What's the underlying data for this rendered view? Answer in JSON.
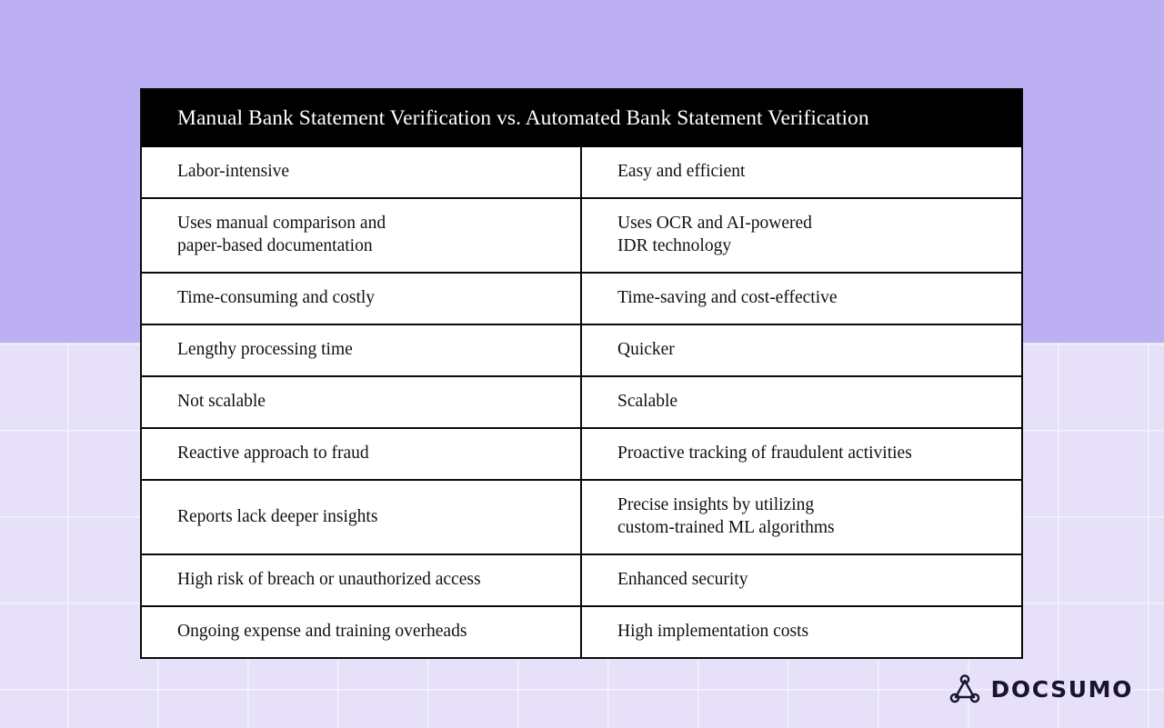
{
  "background": {
    "top_color": "#BCB0F2",
    "bottom_color": "#E6E1F8",
    "grid_line_color": "#F0EDFC"
  },
  "table": {
    "header": {
      "title": "Manual Bank Statement Verification vs. Automated Bank Statement Verification",
      "background_color": "#000000",
      "text_color": "#FFFFFF"
    },
    "border_color": "#0A0A0A",
    "cell_background": "#FFFFFF",
    "columns": [
      "Manual Bank Statement Verification",
      "Automated Bank Statement Verification"
    ],
    "rows": [
      {
        "left": {
          "lines": [
            "Labor-intensive"
          ]
        },
        "right": {
          "lines": [
            "Easy and efficient"
          ]
        }
      },
      {
        "left": {
          "lines": [
            "Uses manual comparison and",
            "paper-based documentation"
          ]
        },
        "right": {
          "lines": [
            "Uses OCR and AI-powered",
            "IDR technology"
          ]
        }
      },
      {
        "left": {
          "lines": [
            "Time-consuming and costly"
          ]
        },
        "right": {
          "lines": [
            "Time-saving and cost-effective"
          ]
        }
      },
      {
        "left": {
          "lines": [
            "Lengthy processing time"
          ]
        },
        "right": {
          "lines": [
            "Quicker"
          ]
        }
      },
      {
        "left": {
          "lines": [
            "Not scalable"
          ]
        },
        "right": {
          "lines": [
            "Scalable"
          ]
        }
      },
      {
        "left": {
          "lines": [
            "Reactive approach to fraud"
          ]
        },
        "right": {
          "lines": [
            "Proactive tracking of fraudulent activities"
          ]
        }
      },
      {
        "left": {
          "lines": [
            "Reports lack deeper insights"
          ]
        },
        "right": {
          "lines": [
            "Precise insights by utilizing",
            "custom-trained ML algorithms"
          ]
        }
      },
      {
        "left": {
          "lines": [
            "High risk of breach or unauthorized access"
          ]
        },
        "right": {
          "lines": [
            "Enhanced security"
          ]
        }
      },
      {
        "left": {
          "lines": [
            "Ongoing expense and training overheads"
          ]
        },
        "right": {
          "lines": [
            "High implementation costs"
          ]
        }
      }
    ]
  },
  "logo": {
    "icon_name": "docsumo-node-graph-icon",
    "wordmark": "DOCSUMO",
    "color": "#1A1333"
  }
}
